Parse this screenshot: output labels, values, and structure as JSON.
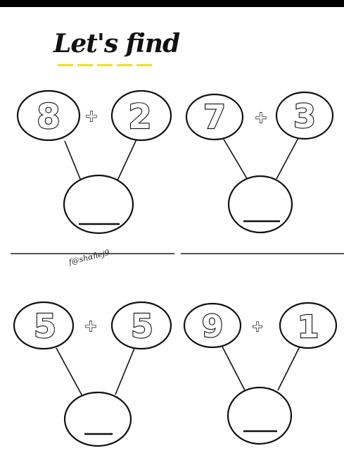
{
  "title": "Let's find",
  "watermark": "f@shαñej9",
  "operator": "+",
  "colors": {
    "title_underline": "#f2e21a",
    "ink": "#111111",
    "background": "#ffffff",
    "frame": "#000000"
  },
  "problems": [
    {
      "addend_a": "8",
      "addend_b": "2",
      "answer": ""
    },
    {
      "addend_a": "7",
      "addend_b": "3",
      "answer": ""
    },
    {
      "addend_a": "5",
      "addend_b": "5",
      "answer": ""
    },
    {
      "addend_a": "9",
      "addend_b": "1",
      "answer": ""
    }
  ]
}
